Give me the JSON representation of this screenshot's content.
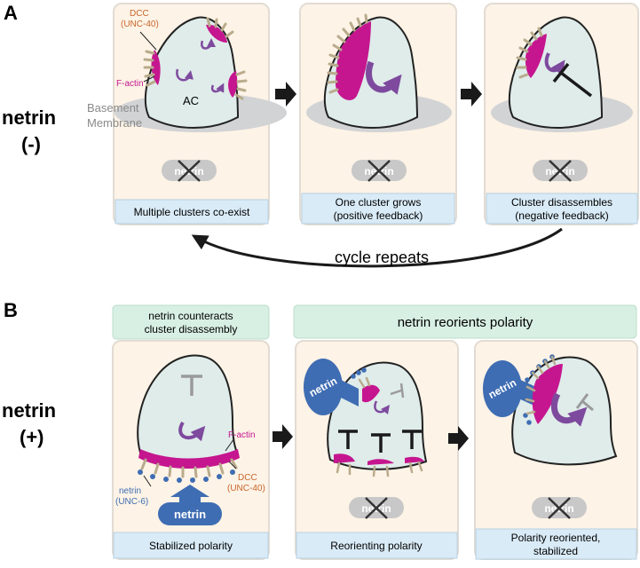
{
  "panelA": {
    "letter": "A",
    "condition": {
      "line1": "netrin",
      "line2": "(-)"
    },
    "labels": {
      "dcc": "DCC",
      "unc40": "(UNC-40)",
      "factin": "F-actin",
      "ac": "AC",
      "bm1": "Basement",
      "bm2": "Membrane"
    },
    "netrin_crossed": "netrin",
    "captions": {
      "c1": "Multiple clusters co-exist",
      "c2a": "One cluster grows",
      "c2b": "(positive feedback)",
      "c3a": "Cluster disassembles",
      "c3b": "(negative feedback)"
    },
    "cycle": "cycle repeats"
  },
  "panelB": {
    "letter": "B",
    "condition": {
      "line1": "netrin",
      "line2": "(+)"
    },
    "header1a": "netrin counteracts",
    "header1b": "cluster disassembly",
    "header2": "netrin reorients polarity",
    "labels": {
      "factin": "F-actin",
      "dcc": "DCC",
      "unc40": "(UNC-40)",
      "netrin_label": "netrin",
      "unc6": "(UNC-6)",
      "netrin_pill": "netrin"
    },
    "netrin_crossed": "netrin",
    "captions": {
      "c1": "Stabilized polarity",
      "c2": "Reorienting polarity",
      "c3a": "Polarity reoriented,",
      "c3b": "stabilized"
    }
  },
  "colors": {
    "panel_bg": "#fdf3e6",
    "panel_border": "#e2dcd4",
    "caption_bg": "#d9ebf7",
    "header_bg": "#d8efe3",
    "cell_fill": "#dfecea",
    "membrane": "#d2d3d5",
    "magenta": "#c5168f",
    "purple": "#7e4a9e",
    "netrin_blue": "#3f6db3",
    "dcc_orange": "#c8652b"
  }
}
